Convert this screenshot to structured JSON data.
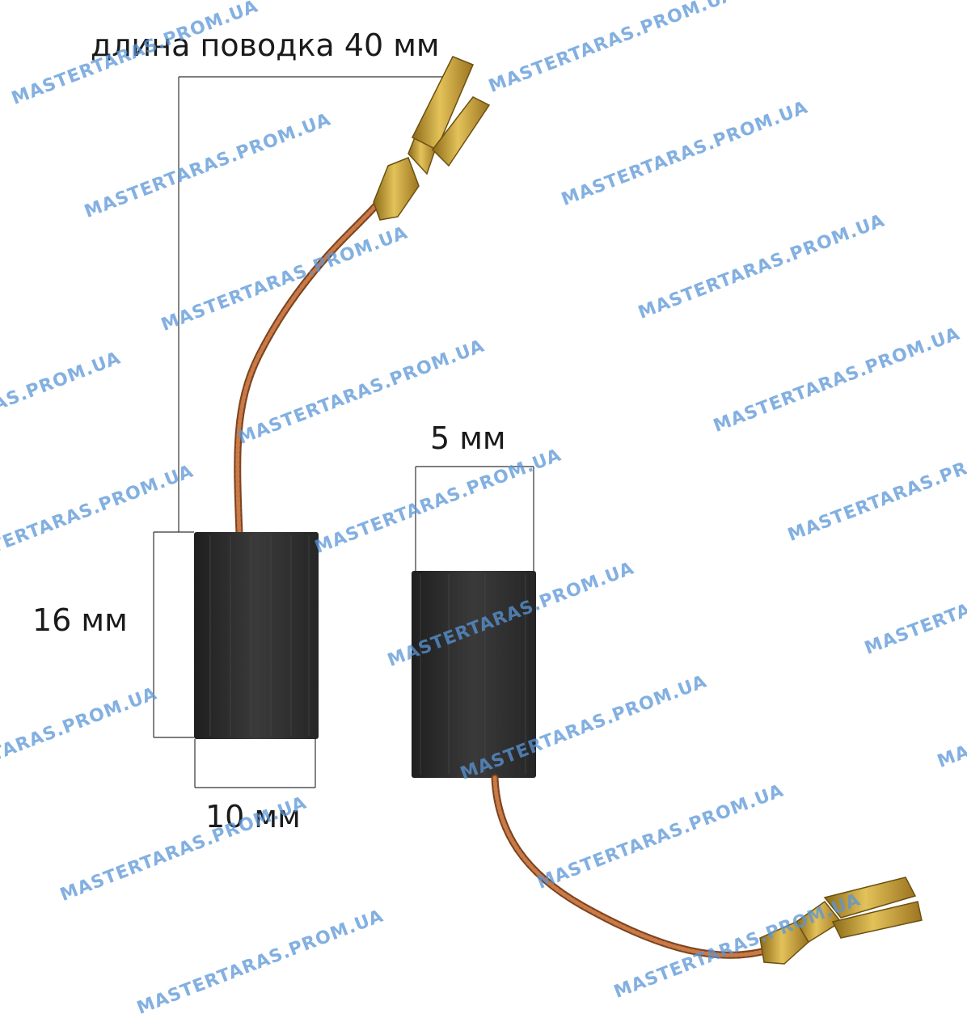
{
  "dimensions": {
    "lead_length": "длина поводка 40 мм",
    "width": "5 мм",
    "height": "16 мм",
    "thickness": "10 мм"
  },
  "watermark": {
    "text": "MASTERTARAS.PROM.UA",
    "color": "#5a96d7"
  },
  "colors": {
    "carbon": "#2e2e2e",
    "copper": "#b5693a",
    "brass": "#c9a13a",
    "dimension_line": "#333333"
  }
}
